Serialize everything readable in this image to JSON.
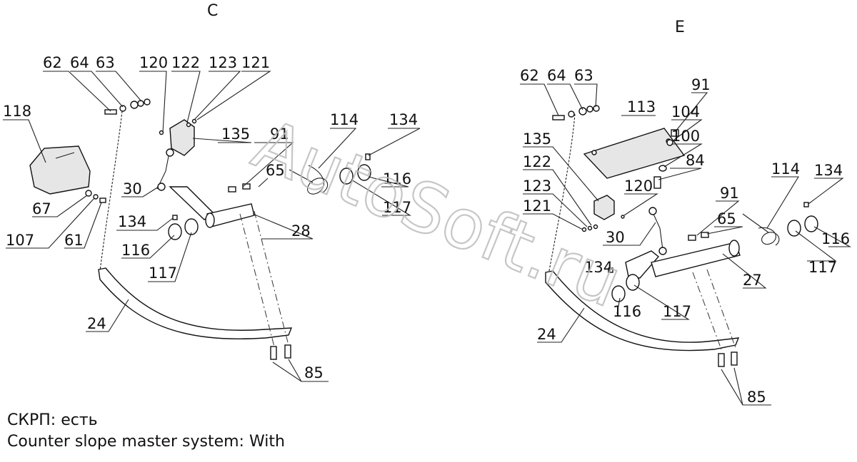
{
  "views": {
    "left": "C",
    "right": "E"
  },
  "left_labels": {
    "l62": "62",
    "l64": "64",
    "l63": "63",
    "l120": "120",
    "l122": "122",
    "l123": "123",
    "l121": "121",
    "l118": "118",
    "l135": "135",
    "l91": "91",
    "l114": "114",
    "l134a": "134",
    "l65": "65",
    "l30": "30",
    "l116a": "116",
    "l117a": "117",
    "l67": "67",
    "l107": "107",
    "l61": "61",
    "l134b": "134",
    "l28": "28",
    "l116b": "116",
    "l117b": "117",
    "l24": "24",
    "l85": "85"
  },
  "right_labels": {
    "l62": "62",
    "l64": "64",
    "l63": "63",
    "l91a": "91",
    "l113": "113",
    "l104": "104",
    "l100": "100",
    "l84": "84",
    "l135": "135",
    "l122": "122",
    "l120": "120",
    "l114": "114",
    "l134a": "134",
    "l123": "123",
    "l121": "121",
    "l30": "30",
    "l91b": "91",
    "l65": "65",
    "l116a": "116",
    "l117a": "117",
    "l134b": "134",
    "l27": "27",
    "l116b": "116",
    "l117b": "117",
    "l24": "24",
    "l85": "85"
  },
  "watermark": "AutoSoft.ru",
  "caption": {
    "line1": "СКРП: есть",
    "line2": "Counter slope master system: With"
  }
}
